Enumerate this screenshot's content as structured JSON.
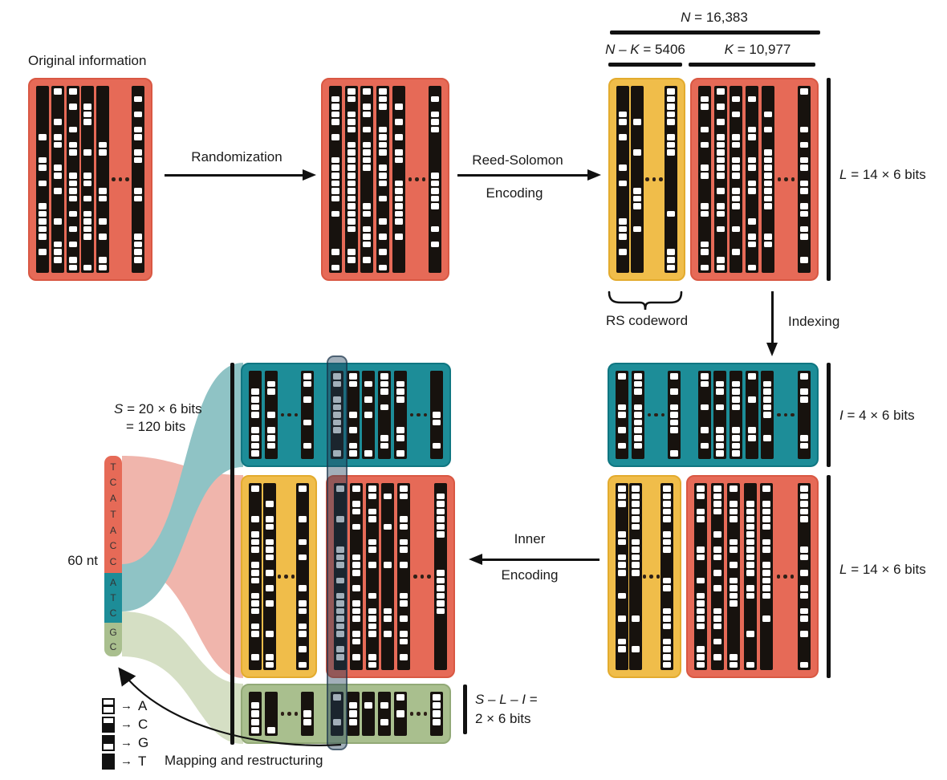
{
  "figure": {
    "labels": {
      "original_information": "Original information",
      "randomization": "Randomization",
      "reed_solomon": [
        "Reed-Solomon",
        "Encoding"
      ],
      "inner_encoding": [
        "Inner",
        "Encoding"
      ],
      "indexing": "Indexing",
      "rs_codeword": "RS codeword",
      "mapping": "Mapping and restructuring",
      "sixty_nt": "60 nt"
    },
    "measures": {
      "n_total": {
        "it": "N",
        "txt": " = 16,383"
      },
      "n_minus_k": {
        "it": "N – K",
        "txt": " = 5406"
      },
      "k": {
        "it": "K",
        "txt": " = 10,977"
      },
      "l_top": {
        "it": "L",
        "txt": " = 14 × 6 bits"
      },
      "i_index": {
        "it": "I",
        "txt": " = 4 × 6 bits"
      },
      "l_bottom": {
        "it": "L",
        "txt": " = 14 × 6 bits"
      },
      "s_line1": {
        "it": "S",
        "txt": " = 20 × 6 bits"
      },
      "s_line2": {
        "it": "",
        "txt": "= 120 bits"
      },
      "sli_line1": {
        "it": "S – L – I",
        "txt": " ="
      },
      "sli_line2": {
        "it": "",
        "txt": "2 × 6 bits"
      }
    },
    "colors": {
      "salmon": "#e66a57",
      "salmon_border": "#d95843",
      "yellow": "#f0bd4a",
      "yellow_border": "#e3ab2e",
      "teal": "#1d8d98",
      "teal_border": "#0f7681",
      "green": "#a9bf8e",
      "green_border": "#92a977",
      "bit_column": "#17120e",
      "bit_white": "#ffffff",
      "ribbon_pink": "#f0b5ac",
      "ribbon_teal": "#8fc3c5",
      "ribbon_green": "#d5dfc4",
      "highlight_fill": "rgba(33,64,90,0.42)",
      "highlight_border": "rgba(22,47,68,0.6)",
      "ink": "#1a1a1a"
    },
    "dna": {
      "segments": [
        {
          "color_key": "salmon",
          "letters": [
            "T",
            "C",
            "A",
            "T",
            "A",
            "C",
            "C"
          ]
        },
        {
          "color_key": "teal",
          "letters": [
            "A",
            "T",
            "C"
          ]
        },
        {
          "color_key": "green",
          "letters": [
            "G",
            "C"
          ]
        }
      ]
    },
    "legend": {
      "arrow": "→",
      "items": [
        {
          "top": "white",
          "bottom": "white",
          "letter": "A"
        },
        {
          "top": "white",
          "bottom": "black",
          "letter": "C"
        },
        {
          "top": "black",
          "bottom": "white",
          "letter": "G"
        },
        {
          "top": "black",
          "bottom": "black",
          "letter": "T"
        }
      ]
    },
    "blocks": {
      "orig": {
        "fill": "salmon",
        "rows": 24,
        "groups": [
          5,
          "dots",
          1
        ],
        "seed": 11
      },
      "rand": {
        "fill": "salmon",
        "rows": 24,
        "groups": [
          5,
          "dots",
          1
        ],
        "seed": 22
      },
      "rs_parity_top": {
        "fill": "yellow",
        "rows": 24,
        "groups": [
          2,
          "dots",
          1
        ],
        "seed": 33
      },
      "rs_data_top": {
        "fill": "salmon",
        "rows": 24,
        "groups": [
          5,
          "dots",
          1
        ],
        "seed": 44
      },
      "index_right": {
        "fill": "teal",
        "rows": 11,
        "groups": [
          2,
          "dots",
          1,
          "gap",
          5,
          "dots",
          1
        ],
        "seed": 55
      },
      "yellow_right": {
        "fill": "yellow",
        "rows": 24,
        "groups": [
          2,
          "dots",
          1
        ],
        "seed": 66
      },
      "red_right": {
        "fill": "salmon",
        "rows": 24,
        "groups": [
          5,
          "dots",
          1
        ],
        "seed": 77
      },
      "index_left": {
        "fill": "teal",
        "rows": 11,
        "groups": [
          2,
          "dots",
          1,
          "gap",
          5,
          "dots",
          1
        ],
        "seed": 88
      },
      "yellow_left": {
        "fill": "yellow",
        "rows": 24,
        "groups": [
          2,
          "dots",
          1
        ],
        "seed": 99
      },
      "red_left": {
        "fill": "salmon",
        "rows": 24,
        "groups": [
          5,
          "dots",
          1
        ],
        "seed": 101
      },
      "green_left": {
        "fill": "green",
        "rows": 5,
        "groups": [
          2,
          "dots",
          1,
          "gap",
          5,
          "dots",
          1
        ],
        "seed": 123
      }
    }
  }
}
